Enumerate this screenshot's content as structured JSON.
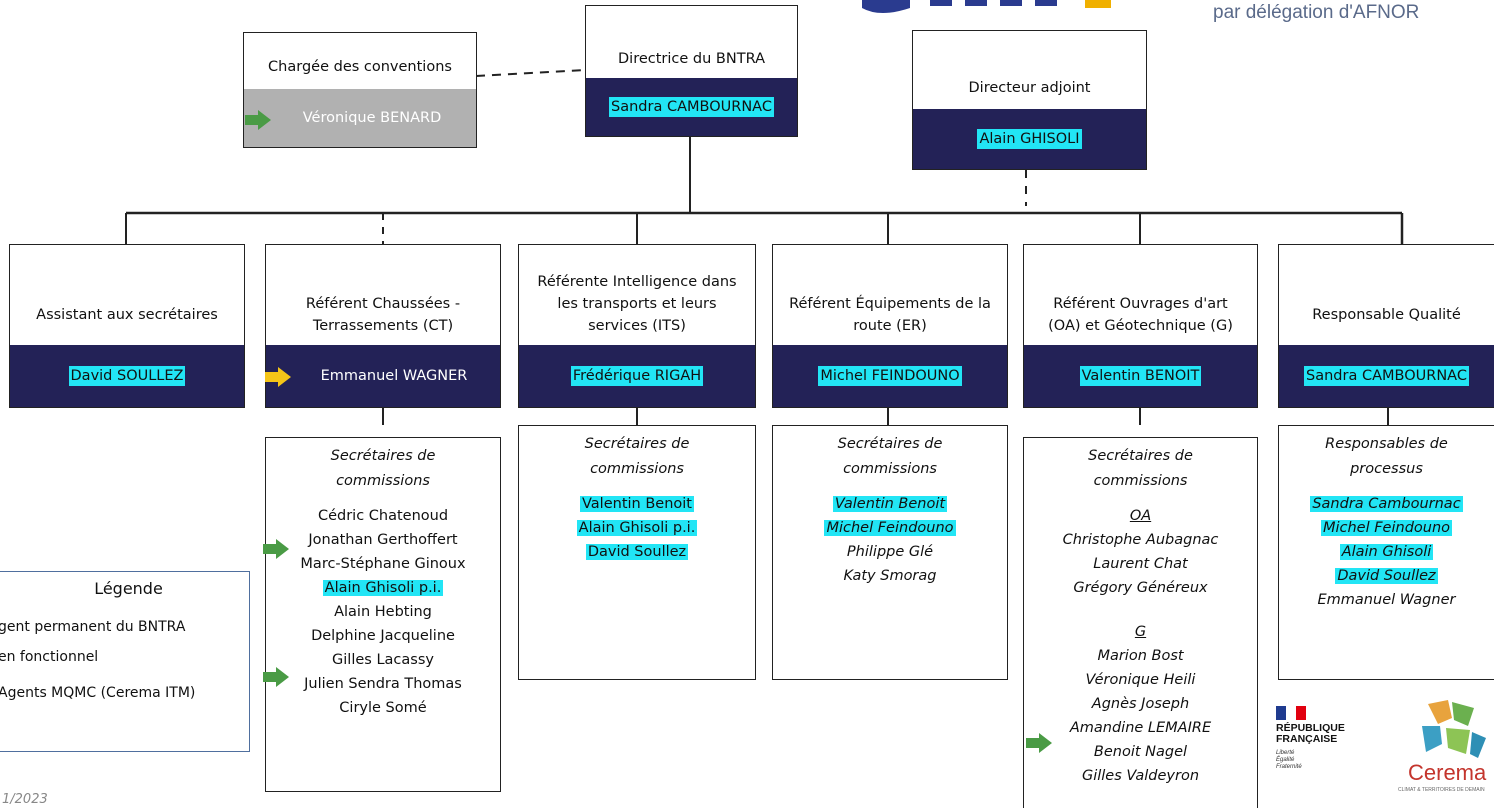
{
  "header": {
    "afnor_text": "par délégation d'AFNOR"
  },
  "top": {
    "conventions": {
      "title": "Chargée des conventions",
      "name": "Véronique BENARD"
    },
    "director": {
      "title": "Directrice du BNTRA",
      "name": "Sandra CAMBOURNAC"
    },
    "deputy": {
      "title": "Directeur adjoint",
      "name": "Alain GHISOLI"
    }
  },
  "units": [
    {
      "title": "Assistant aux secrétaires",
      "name": "David SOULLEZ"
    },
    {
      "title": "Référent Chaussées - Terrassements (CT)",
      "name": "Emmanuel WAGNER"
    },
    {
      "title": "Référente Intelligence dans les transports et leurs services (ITS)",
      "name": "Frédérique RIGAH"
    },
    {
      "title": "Référent Équipements de la route (ER)",
      "name": "Michel FEINDOUNO"
    },
    {
      "title": "Référent Ouvrages d'art (OA) et Géotechnique (G)",
      "name": "Valentin BENOIT"
    },
    {
      "title": "Responsable Qualité",
      "name": "Sandra CAMBOURNAC"
    }
  ],
  "secretaries": {
    "ct": {
      "title_1": "Secrétaires de",
      "title_2": "commissions",
      "members": [
        "Cédric Chatenoud",
        "Jonathan Gerthoffert",
        "Marc-Stéphane Ginoux",
        "Alain Ghisoli p.i.",
        "Alain Hebting",
        "Delphine Jacqueline",
        "Gilles Lacassy",
        "Julien Sendra Thomas",
        "Ciryle Somé"
      ]
    },
    "its": {
      "title_1": "Secrétaires de",
      "title_2": "commissions",
      "members": [
        "Valentin Benoit",
        "Alain Ghisoli p.i.",
        "David Soullez"
      ]
    },
    "er": {
      "title_1": "Secrétaires de",
      "title_2": "commissions",
      "members": [
        "Valentin Benoit",
        "Michel Feindouno",
        "Philippe Glé",
        "Katy Smorag"
      ]
    },
    "oa": {
      "title_1": "Secrétaires de",
      "title_2": "commissions",
      "oa_label": "OA",
      "oa_members": [
        "Christophe Aubagnac",
        "Laurent Chat",
        "Grégory Généreux"
      ],
      "g_label": "G",
      "g_members": [
        "Marion Bost",
        "Véronique Heili",
        "Agnès Joseph",
        "Amandine LEMAIRE",
        "Benoit Nagel",
        "Gilles Valdeyron"
      ]
    },
    "quality": {
      "title_1": "Responsables de",
      "title_2": "processus",
      "members": [
        "Sandra Cambournac",
        "Michel Feindouno",
        "Alain Ghisoli",
        "David Soullez",
        "Emmanuel Wagner"
      ]
    }
  },
  "legend": {
    "title": "Légende",
    "items": [
      "gent permanent du BNTRA",
      "en fonctionnel",
      "Agents MQMC (Cerema ITM)"
    ]
  },
  "footer": {
    "date": "1/2023"
  },
  "logos": {
    "rf_line1": "RÉPUBLIQUE",
    "rf_line2": "FRANÇAISE",
    "rf_motto": "Liberté Égalité Fraternité",
    "cerema": "Cerema",
    "cerema_tagline": "CLIMAT & TERRITOIRES DE DEMAIN"
  },
  "colors": {
    "navy": "#232257",
    "highlight": "#22e5f5",
    "grey": "#b1b1b1",
    "arrow_green": "#4a9b45",
    "arrow_yellow": "#f5c518"
  }
}
